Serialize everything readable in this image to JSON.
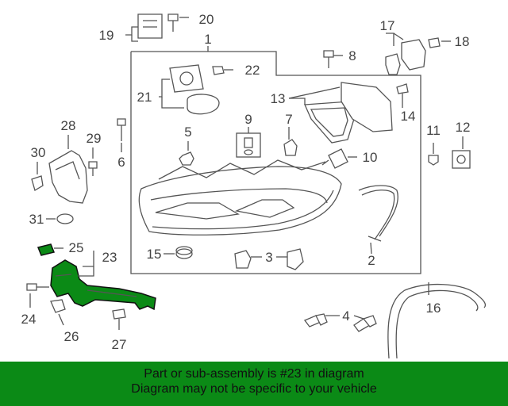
{
  "labels": {
    "n1": "1",
    "n2": "2",
    "n3": "3",
    "n4": "4",
    "n5": "5",
    "n6": "6",
    "n7": "7",
    "n8": "8",
    "n9": "9",
    "n10": "10",
    "n11": "11",
    "n12": "12",
    "n13": "13",
    "n14": "14",
    "n15": "15",
    "n16": "16",
    "n17": "17",
    "n18": "18",
    "n19": "19",
    "n20": "20",
    "n21": "21",
    "n22": "22",
    "n23": "23",
    "n24": "24",
    "n25": "25",
    "n26": "26",
    "n27": "27",
    "n28": "28",
    "n29": "29",
    "n30": "30",
    "n31": "31"
  },
  "highlight_part": "23",
  "colors": {
    "highlight": "#0b8a16",
    "banner": "#0b8a16",
    "line": "#555555"
  },
  "banner": {
    "line1": "Part or sub-assembly is #23 in diagram",
    "line2": "Diagram may not be specific to your vehicle"
  }
}
